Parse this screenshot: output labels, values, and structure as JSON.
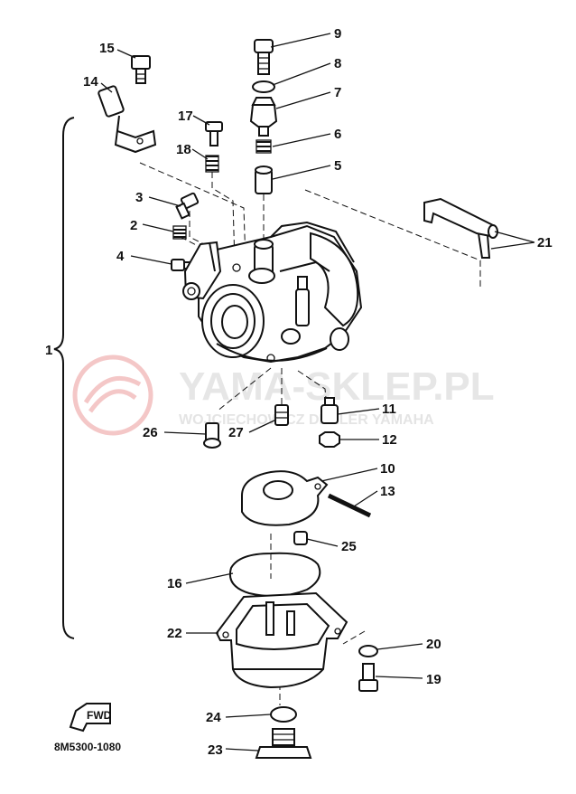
{
  "watermark": {
    "brand": "YAMA-SKLEP.PL",
    "tagline": "WOJCIECHOWICZ DEALER YAMAHA"
  },
  "diagram_code": "8M5300-1080",
  "fwd_label": "FWD",
  "assembly_label": "1",
  "callouts": [
    {
      "id": "2"
    },
    {
      "id": "3"
    },
    {
      "id": "4"
    },
    {
      "id": "5"
    },
    {
      "id": "6"
    },
    {
      "id": "7"
    },
    {
      "id": "8"
    },
    {
      "id": "9"
    },
    {
      "id": "10"
    },
    {
      "id": "11"
    },
    {
      "id": "12"
    },
    {
      "id": "13"
    },
    {
      "id": "14"
    },
    {
      "id": "15"
    },
    {
      "id": "16"
    },
    {
      "id": "17"
    },
    {
      "id": "18"
    },
    {
      "id": "19"
    },
    {
      "id": "20"
    },
    {
      "id": "21"
    },
    {
      "id": "22"
    },
    {
      "id": "23"
    },
    {
      "id": "24"
    },
    {
      "id": "25"
    },
    {
      "id": "26"
    },
    {
      "id": "27"
    }
  ]
}
